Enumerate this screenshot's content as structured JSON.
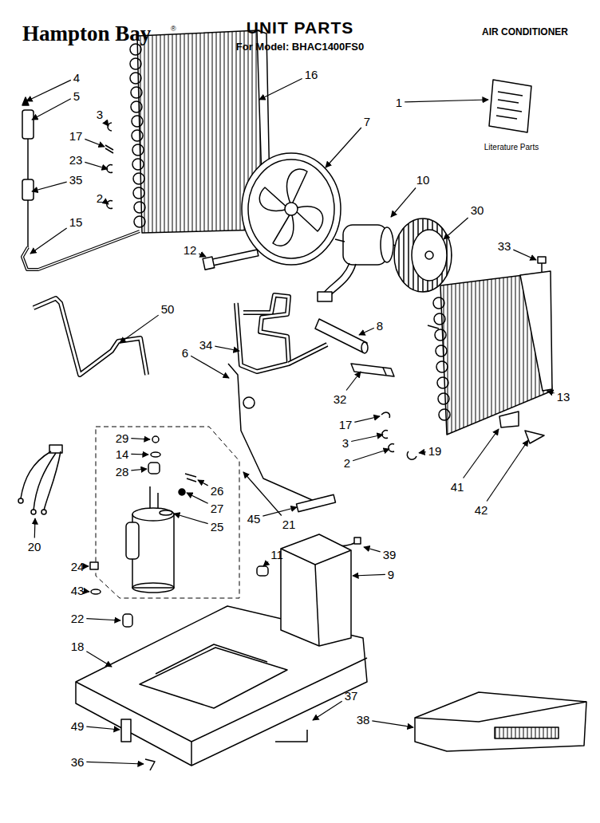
{
  "diagram": {
    "title": "UNIT PARTS",
    "labels": [
      "Hampton Bay",
      "®",
      "For Model: BHAC1400FS0",
      "AIR CONDITIONER",
      "Literature Parts",
      "4",
      "5",
      "3",
      "16",
      "7",
      "1",
      "17",
      "23",
      "35",
      "2",
      "10",
      "30",
      "15",
      "12",
      "33",
      "50",
      "34",
      "8",
      "6",
      "13",
      "32",
      "17",
      "29",
      "3",
      "14",
      "19",
      "2",
      "28",
      "41",
      "26",
      "27",
      "42",
      "45",
      "21",
      "25",
      "20",
      "11",
      "39",
      "24",
      "9",
      "43",
      "22",
      "18",
      "37",
      "38",
      "49",
      "36"
    ]
  }
}
